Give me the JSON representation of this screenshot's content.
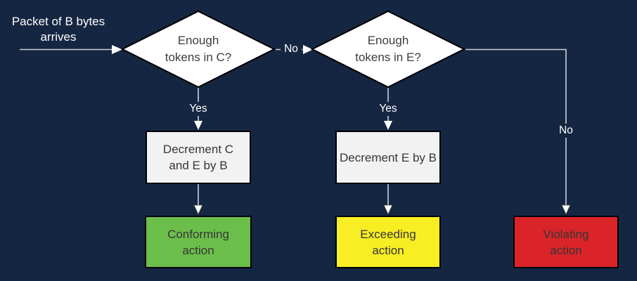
{
  "colors": {
    "background": "#152642",
    "diamond_fill": "#ffffff",
    "process_fill": "#f2f2f2",
    "border": "#000000",
    "line": "#ccd2da",
    "arrowhead": "#ffffff",
    "conforming_green": "#6cbe4b",
    "exceeding_yellow": "#f7ee23",
    "violating_red": "#da2429",
    "text_dark": "#3a3a3a",
    "text_light": "#ffffff"
  },
  "start": {
    "line1": "Packet of B bytes",
    "line2": "arrives"
  },
  "decisions": {
    "c": {
      "line1": "Enough",
      "line2": "tokens in C?"
    },
    "e": {
      "line1": "Enough",
      "line2": "tokens in E?"
    }
  },
  "processes": {
    "decrement_c_e": {
      "line1": "Decrement C",
      "line2": "and E by B"
    },
    "decrement_e": {
      "line1": "Decrement E by B"
    }
  },
  "actions": {
    "conforming": {
      "line1": "Conforming",
      "line2": "action"
    },
    "exceeding": {
      "line1": "Exceeding",
      "line2": "action"
    },
    "violating": {
      "line1": "Violating",
      "line2": "action"
    }
  },
  "edge_labels": {
    "yes_c": "Yes",
    "yes_e": "Yes",
    "no_c": "No",
    "no_e": "No"
  }
}
